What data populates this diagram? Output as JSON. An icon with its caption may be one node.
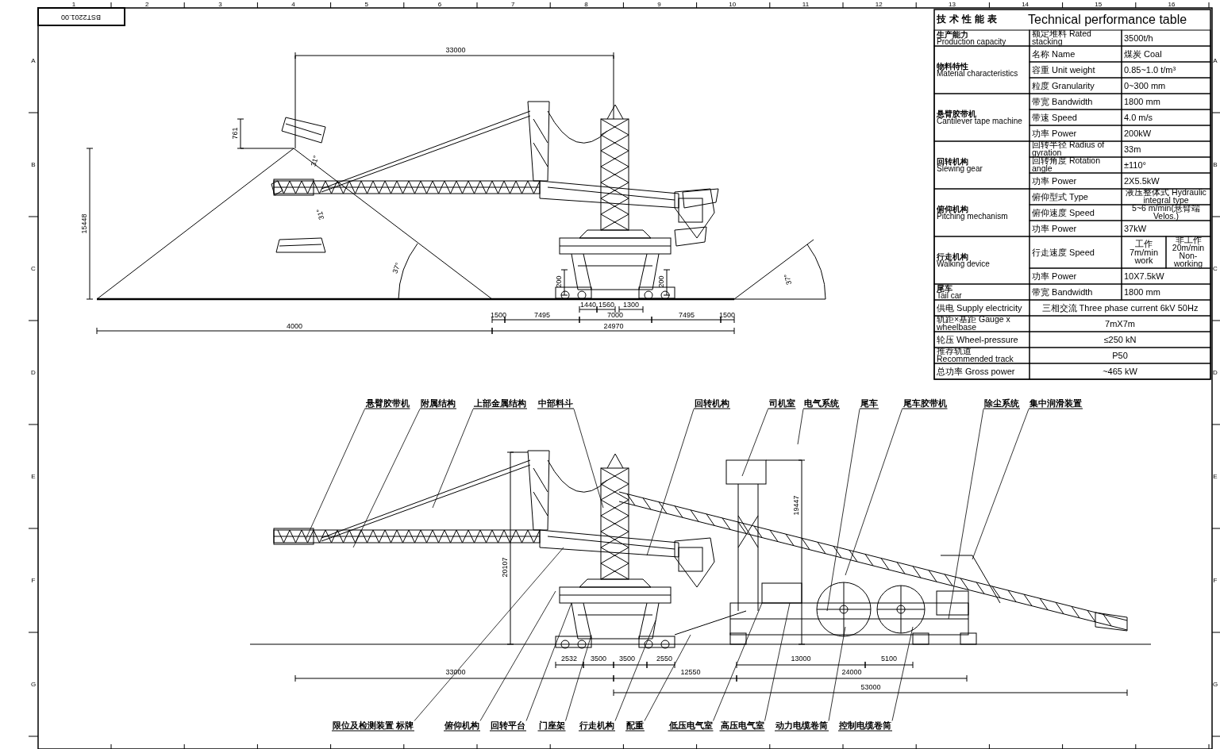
{
  "diagram": {
    "nodes": [
      {
        "text": [
          "悬臂胶带机"
        ]
      },
      {
        "text": [
          "附属结构"
        ]
      },
      {
        "text": [
          "上部金属结构"
        ]
      },
      {
        "text": [
          "中部料斗"
        ]
      },
      {
        "text": [
          "回转机构"
        ]
      },
      {
        "text": [
          "司机室"
        ]
      },
      {
        "text": [
          "电气系统"
        ]
      },
      {
        "text": [
          "尾车"
        ]
      },
      {
        "text": [
          "尾车胶带机"
        ]
      },
      {
        "text": [
          "除尘系统"
        ]
      },
      {
        "text": [
          "集中润滑装置"
        ]
      },
      {
        "text": [
          "限位及检测装置 标牌"
        ]
      },
      {
        "text": [
          "俯仰机构"
        ]
      },
      {
        "text": [
          "回转平台"
        ]
      },
      {
        "text": [
          "门座架"
        ]
      },
      {
        "text": [
          "行走机构"
        ]
      },
      {
        "text": [
          "配重"
        ]
      },
      {
        "text": [
          "低压电气室"
        ]
      },
      {
        "text": [
          "高压电气室"
        ]
      },
      {
        "text": [
          "动力电缆卷筒"
        ]
      },
      {
        "text": [
          "控制电缆卷筒"
        ]
      }
    ],
    "edges": [
      {
        "from": 0,
        "to": null,
        "arrow": "none"
      },
      {
        "from": 1,
        "to": null,
        "arrow": "none"
      },
      {
        "from": 2,
        "to": null,
        "arrow": "none"
      },
      {
        "from": 3,
        "to": null,
        "arrow": "none"
      },
      {
        "from": 4,
        "to": null,
        "arrow": "none"
      },
      {
        "from": 5,
        "to": null,
        "arrow": "none"
      },
      {
        "from": 6,
        "to": null,
        "arrow": "none"
      },
      {
        "from": 7,
        "to": null,
        "arrow": "none"
      },
      {
        "from": 8,
        "to": null,
        "arrow": "none"
      },
      {
        "from": 9,
        "to": null,
        "arrow": "none"
      },
      {
        "from": 10,
        "to": null,
        "arrow": "none"
      },
      {
        "from": 11,
        "to": null,
        "arrow": "none"
      },
      {
        "from": 12,
        "to": null,
        "arrow": "none"
      },
      {
        "from": 13,
        "to": null,
        "arrow": "none"
      },
      {
        "from": 14,
        "to": null,
        "arrow": "none"
      },
      {
        "from": 15,
        "to": null,
        "arrow": "none"
      },
      {
        "from": 16,
        "to": null,
        "arrow": "none"
      },
      {
        "from": 17,
        "to": null,
        "arrow": "none"
      },
      {
        "from": 18,
        "to": null,
        "arrow": "none"
      },
      {
        "from": 19,
        "to": null,
        "arrow": "none"
      },
      {
        "from": 20,
        "to": null,
        "arrow": "none"
      }
    ],
    "labels": [
      "BST2201.00",
      "1",
      "2",
      "3",
      "4",
      "5",
      "6",
      "7",
      "8",
      "9",
      "10",
      "11",
      "12",
      "13",
      "14",
      "15",
      "16",
      "A",
      "B",
      "C",
      "D",
      "E",
      "F",
      "G",
      "A",
      "B",
      "C",
      "D",
      "E",
      "F",
      "G",
      "技术性能表",
      "Technical performance table",
      "生产能力",
      "Production capacity",
      "额定堆料 Rated stacking",
      "3500t/h",
      "物料特性",
      "Material characteristics",
      "名称 Name",
      "煤炭 Coal",
      "容重 Unit weight",
      "0.85~1.0 t/m³",
      "粒度 Granularity",
      "0~300 mm",
      "悬臂胶带机",
      "Cantilever tape machine",
      "带宽 Bandwidth",
      "1800 mm",
      "带速 Speed",
      "4.0 m/s",
      "功率 Power",
      "200kW",
      "回转机构",
      "Slewing gear",
      "回转半径 Radius of gyration",
      "33m",
      "回转角度 Rotation angle",
      "±110°",
      "功率 Power",
      "2X5.5kW",
      "俯仰机构",
      "Pitching mechanism",
      "俯仰型式 Type",
      "液压整体式 Hydraulic integral type",
      "俯仰速度 Speed",
      "5~6 m/min(悬臂端 Velos.)",
      "功率 Power",
      "37kW",
      "行走机构",
      "Walking device",
      "行走速度 Speed",
      "工作7m/min work",
      "非工作20m/min Non-working",
      "功率 Power",
      "10X7.5kW",
      "尾车",
      "Tail car",
      "带宽 Bandwidth",
      "1800 mm",
      "供电 Supply electricity",
      "三相交流 Three phase current 6kV 50Hz",
      "轨距×基距 Gauge x wheelbase",
      "7mX7m",
      "轮压 Wheel-pressure",
      "≤250 kN",
      "推荐轨道 Recommended track",
      "P50",
      "总功率 Gross power",
      "~465 kW",
      "33000",
      "761",
      "31°",
      "15448",
      "31°",
      "37°",
      "200",
      "200",
      "37°",
      "1440",
      "1560",
      "1300",
      "1500",
      "7495",
      "7000",
      "7495",
      "1500",
      "4000",
      "24970",
      "19447",
      "20107",
      "2532",
      "3500",
      "3500",
      "2550",
      "13000",
      "5100",
      "33000",
      "12550",
      "24000",
      "53000"
    ]
  }
}
